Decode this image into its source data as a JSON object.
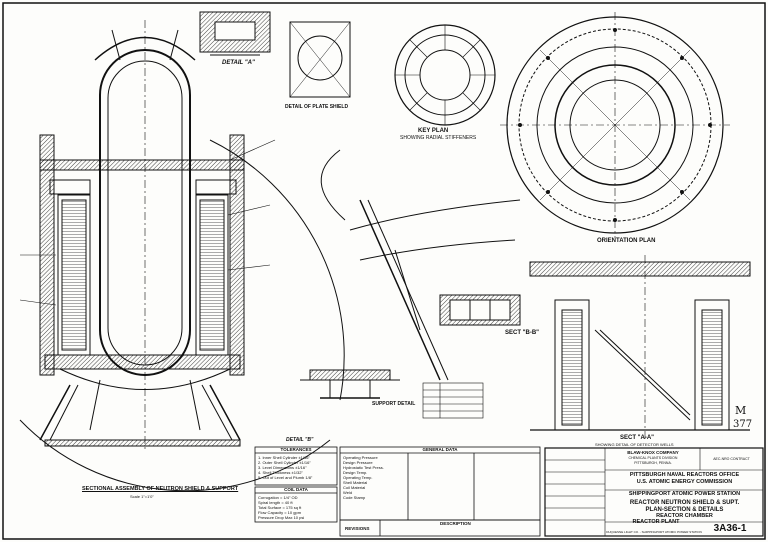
{
  "drawing": {
    "detail_a": "DETAIL \"A\"",
    "detail_b": "DETAIL \"B\"",
    "key_plan": {
      "title": "KEY PLAN",
      "subtitle": "SHOWING RADIAL STIFFENERS"
    },
    "orientation_plan": "ORIENTATION PLAN",
    "sect_bb": "SECT \"B-B\"",
    "sect_aa": "SECT \"A-A\"",
    "sect_aa_sub": "SHOWING DETAIL OF DETECTOR WELLS",
    "support_detail": "SUPPORT DETAIL",
    "plate_detail": "DETAIL OF PLATE SHIELD",
    "sectional_assembly": {
      "title": "SECTIONAL ASSEMBLY OF NEUTRON SHIELD & SUPPORT",
      "scale": "Scale 1\"=1'0\""
    },
    "handwritten_m": "M",
    "handwritten_number": "377"
  },
  "tables": {
    "tolerances": {
      "title": "TOLERANCES",
      "rows": [
        "1. Inner Shell Cylinder ±1/16\"",
        "2. Outer Shell Cylinder ±1/16\"",
        "3. Level Dimensions ±1/16\"",
        "4. Shell Thickness ±1/32\"",
        "5. Out of Level and Plumb 1/8\""
      ]
    },
    "coil_data": {
      "title": "COIL DATA",
      "rows": [
        "Corrugation = 1/4\" OD",
        "Spiral length = 40 ft",
        "Total Surface = 175 sq ft",
        "Flow Capacity = 10 gpm",
        "Pressure Drop Max 10 psi"
      ]
    },
    "general_data": {
      "title": "GENERAL DATA",
      "rows": [
        "Operating Pressure",
        "Design Pressure",
        "Hydrostatic Test Press.",
        "Design Temp.",
        "Operating Temp.",
        "Shell Material",
        "Coil Material",
        "Weld",
        "Code Stamp"
      ]
    }
  },
  "revisions": {
    "label": "REVISIONS",
    "description_label": "DESCRIPTION"
  },
  "title_block": {
    "company": "BLAW-KNOX COMPANY",
    "division": "CHEMICAL PLANTS DIVISION",
    "city": "PITTSBURGH, PENNA.",
    "contract": "AEC-NRO CONTRACT",
    "office": "PITTSBURGH NAVAL REACTORS OFFICE",
    "commission": "U.S. ATOMIC ENERGY COMMISSION",
    "station": "SHIPPINGPORT ATOMIC POWER STATION",
    "title_line_1": "REACTOR NEUTRON SHIELD & SUPT.",
    "title_line_2": "PLAN-SECTION & DETAILS",
    "title_line_3": "REACTOR CHAMBER",
    "title_line_4": "REACTOR PLANT",
    "drawing_number": "3A36-1",
    "footer": "DUQUESNE LIGHT CO. - SHIPPINGPORT ATOMIC POWER STATION"
  }
}
